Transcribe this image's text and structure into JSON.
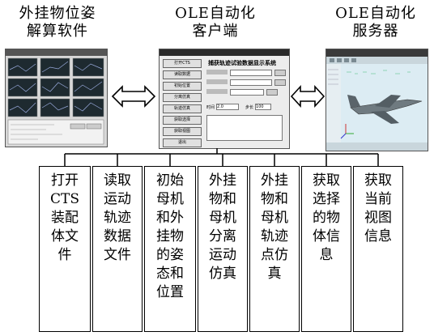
{
  "titles": {
    "left": "外挂物位姿\n解算软件",
    "center": "OLE自动化\n客户端",
    "right": "OLE自动化\n服务器"
  },
  "client_window": {
    "heading": "捕获轨迹试验数据显示系统",
    "buttons": [
      "打开CTS",
      "读取数据",
      "初始位置",
      "分离仿真",
      "轨迹仿真",
      "获取选择",
      "获取视图",
      "退出"
    ],
    "time_label": "时间",
    "time_value": "2.0",
    "step_label": "步长",
    "step_value": "100"
  },
  "functions": [
    "打开CTS装配体文件",
    "读取运动轨迹数据文件",
    "初始母机和外挂物的姿态和位置",
    "外挂物和母机分离运动仿真",
    "外挂物和母机轨迹点仿真",
    "获取选择的物体信息",
    "获取当前视图信息"
  ],
  "colors": {
    "line": "#000000",
    "plot_bg": "#1e2a30",
    "sky": "#dcecf3"
  }
}
